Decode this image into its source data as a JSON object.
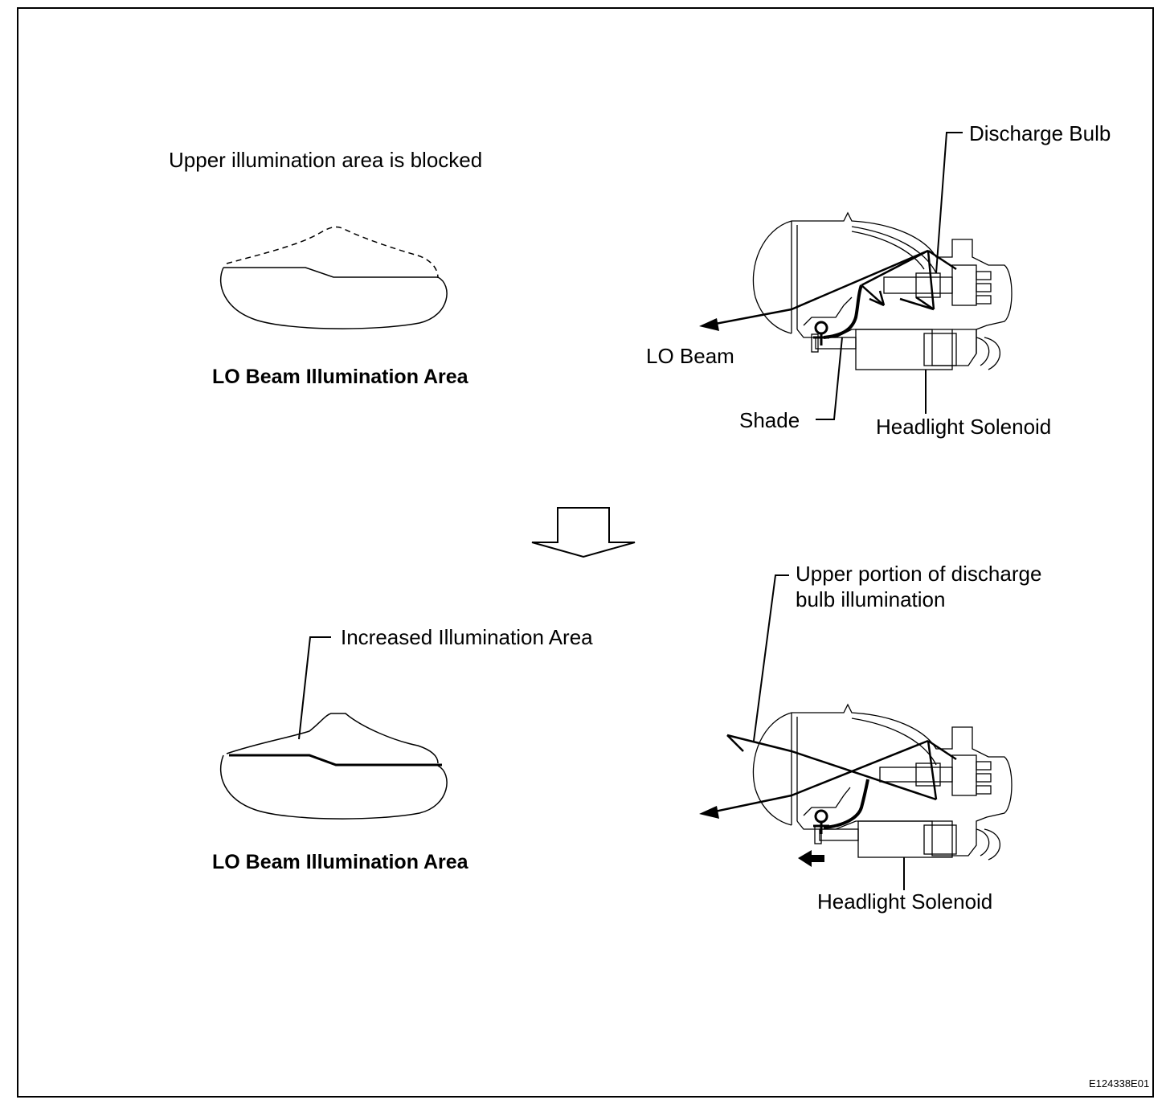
{
  "top": {
    "upper_blocked_text": "Upper illumination area is blocked",
    "area_caption": "LO Beam Illumination Area",
    "discharge_bulb_label": "Discharge Bulb",
    "lo_beam_label": "LO Beam",
    "shade_label": "Shade",
    "headlight_solenoid_label": "Headlight Solenoid"
  },
  "bottom": {
    "increased_area_label": "Increased Illumination Area",
    "area_caption": "LO Beam Illumination Area",
    "upper_portion_line1": "Upper portion of discharge",
    "upper_portion_line2": "bulb illumination",
    "headlight_solenoid_label": "Headlight Solenoid"
  },
  "figure_code": "E124338E01"
}
